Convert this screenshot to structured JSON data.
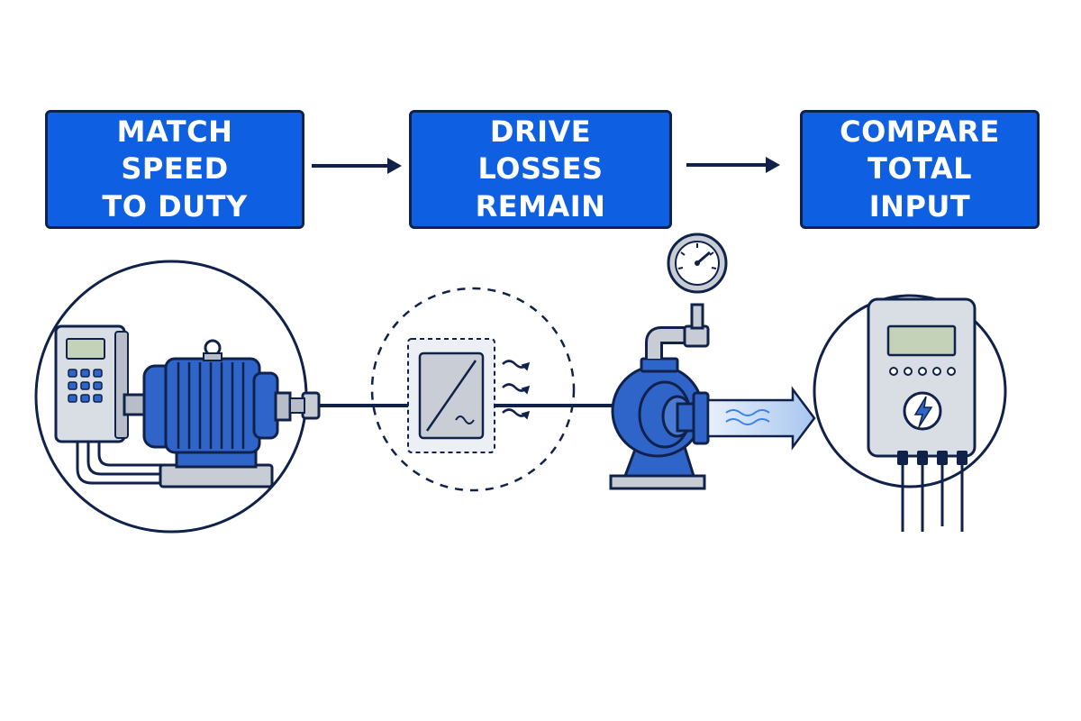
{
  "steps": [
    {
      "line1": "MATCH SPEED",
      "line2": "TO DUTY"
    },
    {
      "line1": "DRIVE LOSSES",
      "line2": "REMAIN"
    },
    {
      "line1": "COMPARE",
      "line2": "TOTAL INPUT"
    }
  ],
  "colors": {
    "step_fill": "#0f5fe3",
    "outline": "#10224a",
    "motor_blue": "#2f64c9",
    "light_blue": "#a9c6ee",
    "gray_panel": "#d9dde4",
    "screen_green": "#c4d3b8"
  },
  "icons": [
    "vfd-drive-icon",
    "motor-icon",
    "loss-heat-icon",
    "pump-icon",
    "pressure-gauge-icon",
    "water-flow-icon",
    "power-meter-icon",
    "lightning-icon"
  ]
}
